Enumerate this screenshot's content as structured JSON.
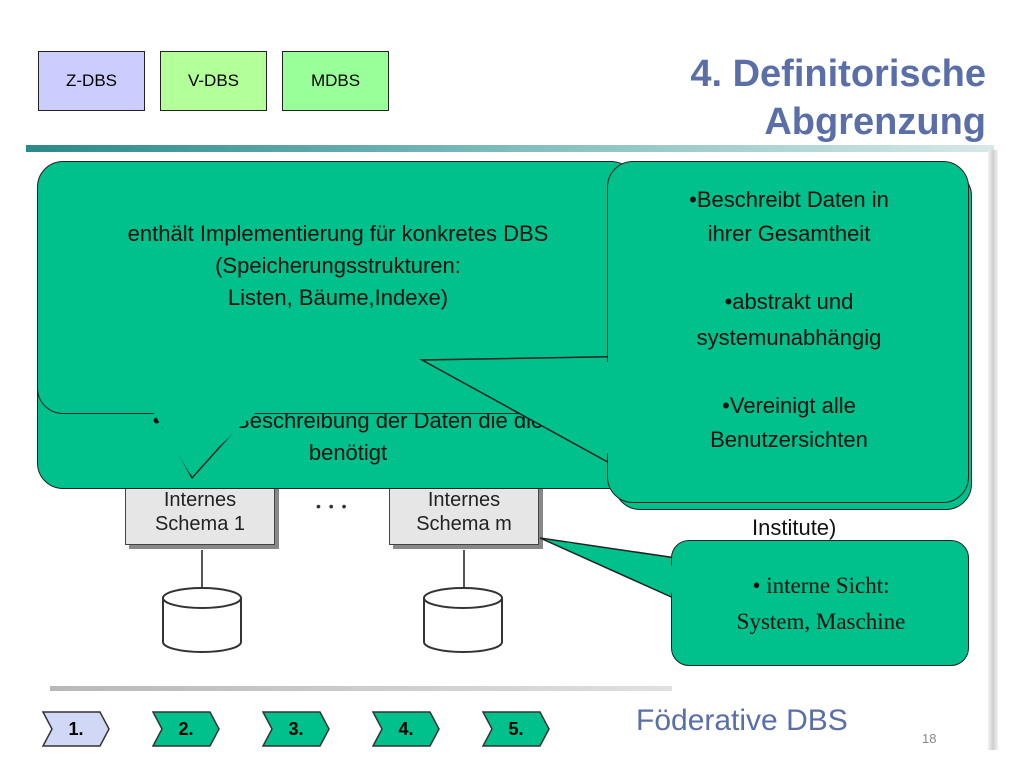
{
  "nav": {
    "items": [
      {
        "label": "Z-DBS",
        "color": "#ccccff"
      },
      {
        "label": "V-DBS",
        "color": "#b3ff99"
      },
      {
        "label": "MDBS",
        "color": "#99ff99"
      }
    ]
  },
  "title": {
    "line1": "4. Definitorische",
    "line2": "Abgrenzung"
  },
  "bubble_impl": {
    "line1": "enthält Implementierung für konkretes DBS",
    "line2": "(Speicherungsstrukturen:",
    "line3": "Listen, Bäume,Indexe)"
  },
  "bubble_back": {
    "line1": "•Enthält Beschreibung der Daten die die",
    "line2": "benötigt"
  },
  "bubble_conceptual": {
    "line1": "•Beschreibt Daten in",
    "line2": "ihrer Gesamtheit",
    "line3": "•abstrakt und",
    "line4": "systemunabhängig",
    "line5": "•Vereinigt alle",
    "line6": "Benutzersichten"
  },
  "diagram": {
    "schema1_line1": "Internes",
    "schema1_line2": "Schema 1",
    "schemam_line1": "Internes",
    "schemam_line2": "Schema m",
    "ellipsis": "• • •",
    "behind_text": "Institute)"
  },
  "bubble_internal": {
    "line1": "• interne Sicht:",
    "line2": "System, Maschine"
  },
  "steps": [
    {
      "label": "1.",
      "color": "#d0d8f5"
    },
    {
      "label": "2.",
      "color": "#00c08b"
    },
    {
      "label": "3.",
      "color": "#00c08b"
    },
    {
      "label": "4.",
      "color": "#00c08b"
    },
    {
      "label": "5.",
      "color": "#00c08b"
    }
  ],
  "footer": {
    "title": "Föderative DBS",
    "page": "18"
  },
  "colors": {
    "accent_green": "#00c08b",
    "title_blue": "#5a6ea8"
  }
}
